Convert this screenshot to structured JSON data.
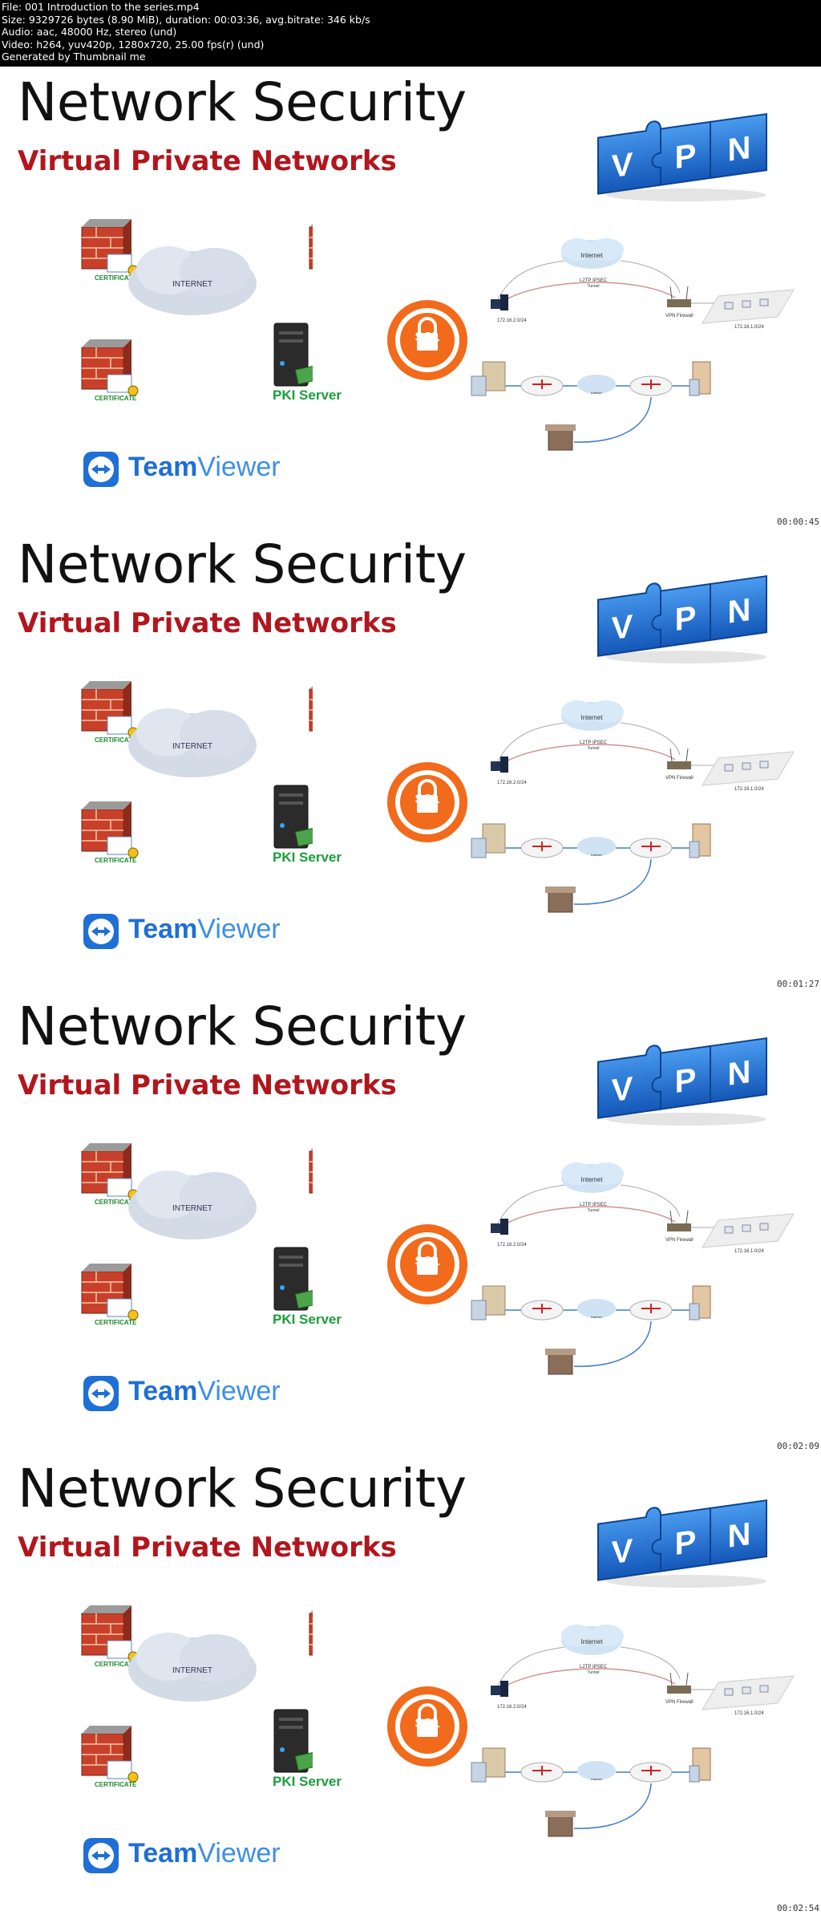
{
  "header": {
    "lines": [
      "File: 001 Introduction to the series.mp4",
      "Size: 9329726 bytes (8.90 MiB), duration: 00:03:36, avg.bitrate: 346 kb/s",
      "Audio: aac, 48000 Hz, stereo (und)",
      "Video: h264, yuv420p, 1280x720, 25.00 fps(r) (und)",
      "Generated by Thumbnail me"
    ]
  },
  "slide": {
    "title": "Network Security",
    "subtitle": "Virtual Private Networks",
    "vpn_letters": [
      "V",
      "P",
      "N"
    ],
    "internet_label": "INTERNET",
    "certificate_label": "CERTIFICATE",
    "pki_label": "PKI Server",
    "ssl_label": "SSL",
    "teamviewer_bold": "Team",
    "teamviewer_light": "Viewer",
    "net_internet": "Internet",
    "net_tunnel": "L2TP IPSEC",
    "net_tunnel_sub": "Tunnel",
    "net_left_ip": "172.16.2.0/24",
    "net_firewall": "VPN Firewall",
    "net_right_ip": "172.16.1.0/24",
    "net_small_cloud": "Internet"
  },
  "frames": [
    {
      "timestamp": "00:00:45"
    },
    {
      "timestamp": "00:01:27"
    },
    {
      "timestamp": "00:02:09"
    },
    {
      "timestamp": "00:02:54"
    }
  ],
  "colors": {
    "subtitle_red": "#b2161d",
    "vpn_blue": "#1f73d6",
    "ssl_orange": "#f26a1b",
    "pki_green": "#1a9e3a",
    "teamviewer_blue": "#1e6fd6",
    "brick_red": "#c8402a"
  }
}
